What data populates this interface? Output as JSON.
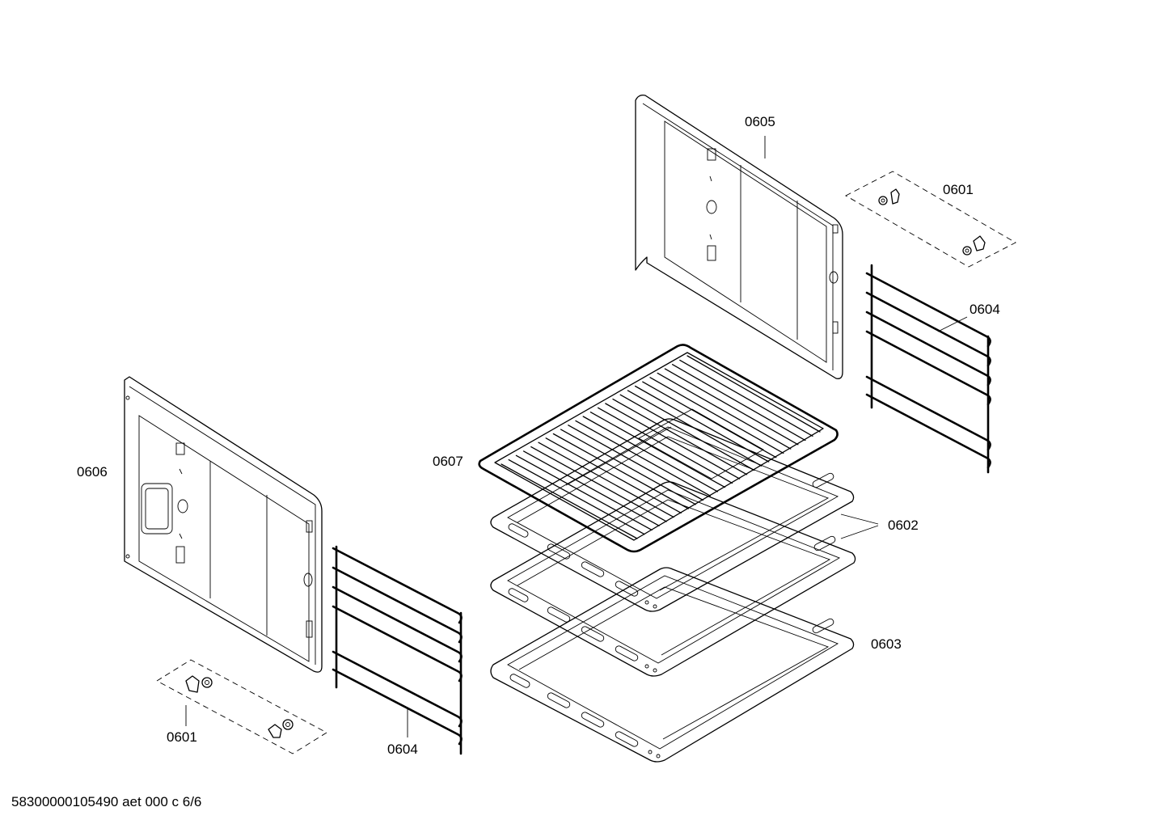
{
  "drawing": {
    "footer_code": "58300000105490 aet 000 c 6/6",
    "callouts": {
      "part_0605": "0605",
      "part_0601_top": "0601",
      "part_0604_right": "0604",
      "part_0606": "0606",
      "part_0607": "0607",
      "part_0602": "0602",
      "part_0603": "0603",
      "part_0601_bottom": "0601",
      "part_0604_bottom": "0604"
    }
  }
}
